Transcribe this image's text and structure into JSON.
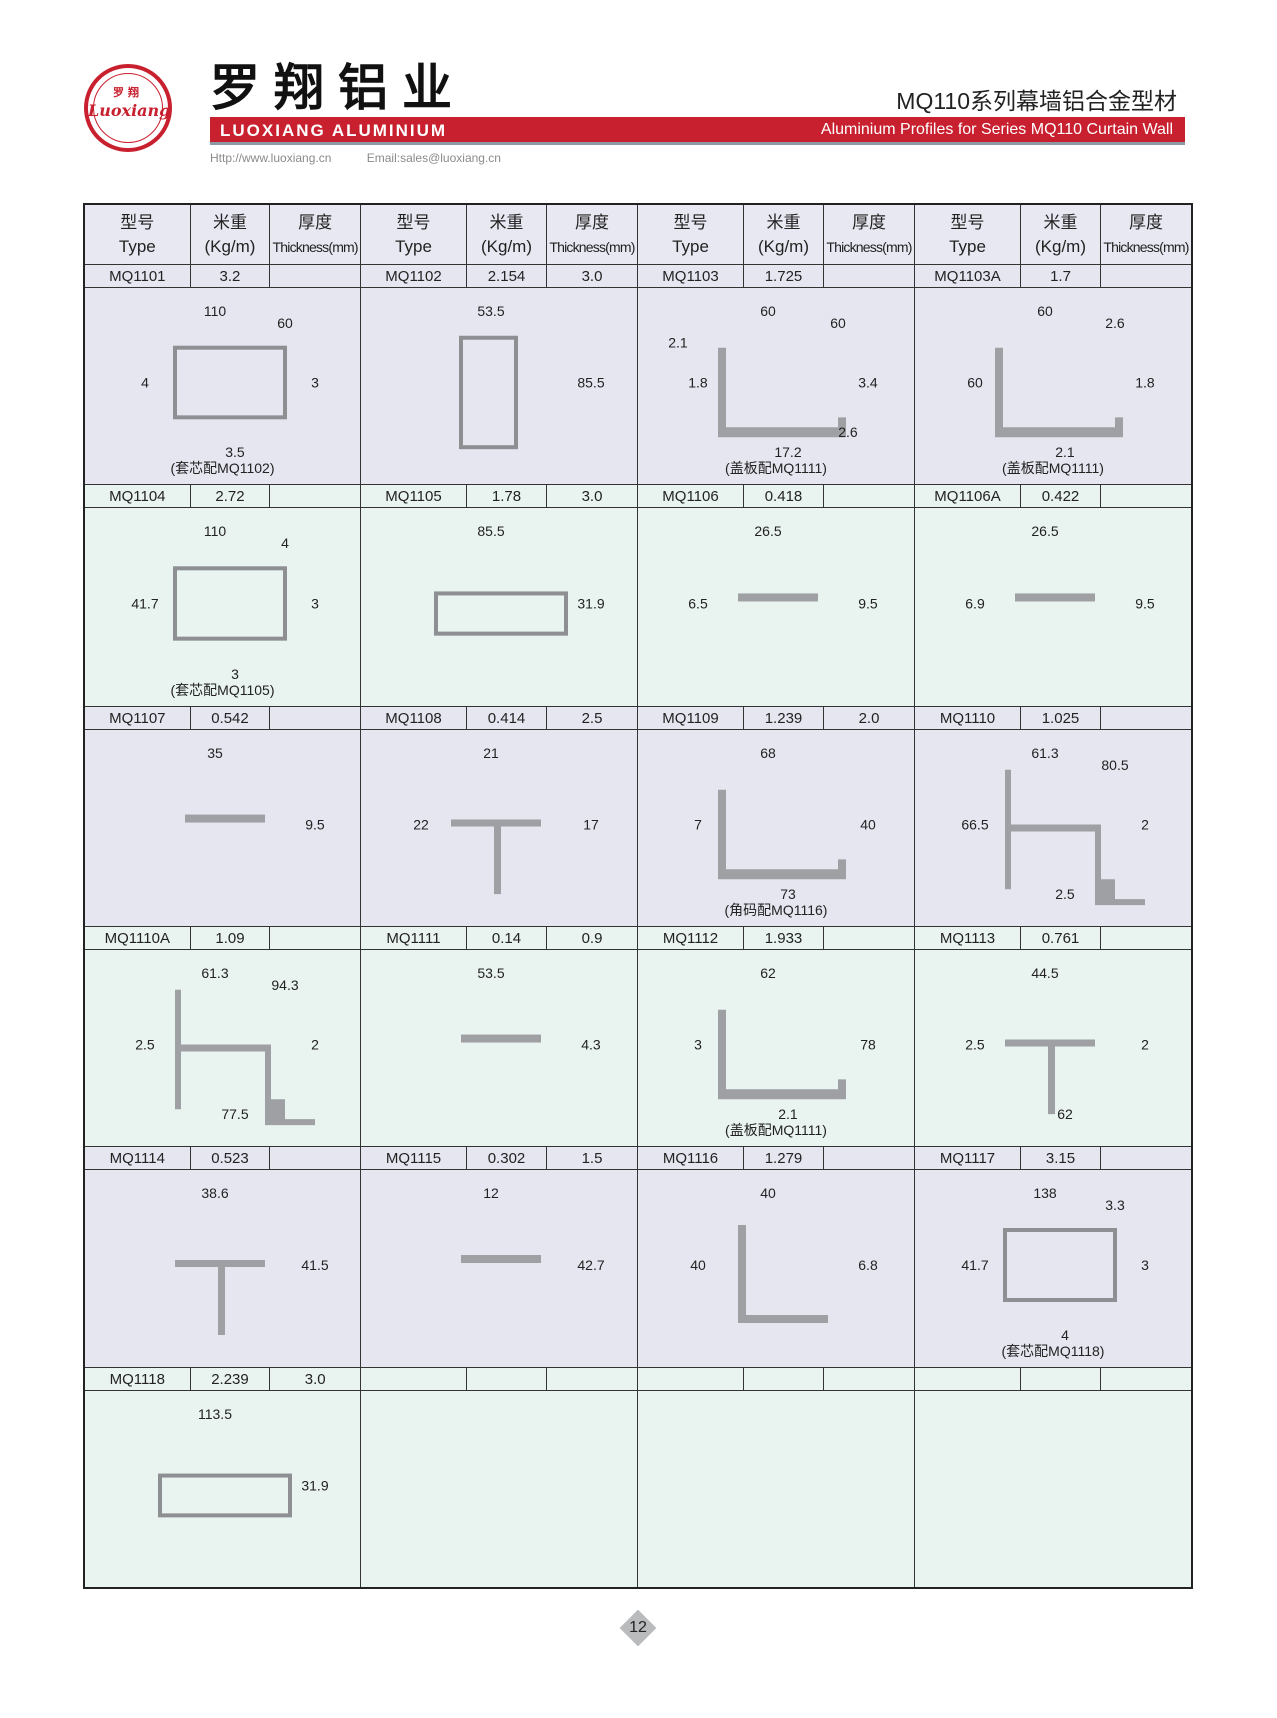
{
  "header": {
    "logo_cn": "罗翔",
    "logo_en": "Luoxiang",
    "brand_cn": "罗翔铝业",
    "brand_en": "LUOXIANG ALUMINIUM",
    "series_title": "MQ110系列幕墙铝合金型材",
    "series_subtitle": "Aluminium Profiles for Series MQ110 Curtain Wall",
    "website": "Http://www.luoxiang.cn",
    "email": "Email:sales@luoxiang.cn",
    "accent_color": "#c8202e"
  },
  "table": {
    "headers": {
      "type_cn": "型号",
      "type_en": "Type",
      "weight_cn": "米重",
      "weight_en": "(Kg/m)",
      "thickness_cn": "厚度",
      "thickness_en": "Thickness(mm)"
    },
    "rows": [
      {
        "items": [
          {
            "type": "MQ1101",
            "weight": "3.2",
            "thickness": "",
            "note": "(套芯配MQ1102)",
            "dims": [
              "110",
              "3",
              "4",
              "3.5",
              "60"
            ]
          },
          {
            "type": "MQ1102",
            "weight": "2.154",
            "thickness": "3.0",
            "note": "",
            "dims": [
              "53.5",
              "85.5"
            ]
          },
          {
            "type": "MQ1103",
            "weight": "1.725",
            "thickness": "",
            "note": "(盖板配MQ1111)",
            "dims": [
              "60",
              "3.4",
              "1.8",
              "17.2",
              "60",
              "2.1",
              "2.6"
            ]
          },
          {
            "type": "MQ1103A",
            "weight": "1.7",
            "thickness": "",
            "note": "(盖板配MQ1111)",
            "dims": [
              "60",
              "1.8",
              "60",
              "2.1",
              "2.6"
            ]
          }
        ]
      },
      {
        "items": [
          {
            "type": "MQ1104",
            "weight": "2.72",
            "thickness": "",
            "note": "(套芯配MQ1105)",
            "dims": [
              "110",
              "3",
              "41.7",
              "3",
              "4"
            ]
          },
          {
            "type": "MQ1105",
            "weight": "1.78",
            "thickness": "3.0",
            "note": "",
            "dims": [
              "85.5",
              "31.9"
            ]
          },
          {
            "type": "MQ1106",
            "weight": "0.418",
            "thickness": "",
            "note": "",
            "dims": [
              "26.5",
              "9.5",
              "6.5"
            ]
          },
          {
            "type": "MQ1106A",
            "weight": "0.422",
            "thickness": "",
            "note": "",
            "dims": [
              "26.5",
              "9.5",
              "6.9"
            ]
          }
        ]
      },
      {
        "items": [
          {
            "type": "MQ1107",
            "weight": "0.542",
            "thickness": "",
            "note": "",
            "dims": [
              "35",
              "9.5"
            ]
          },
          {
            "type": "MQ1108",
            "weight": "0.414",
            "thickness": "2.5",
            "note": "",
            "dims": [
              "21",
              "17",
              "22"
            ]
          },
          {
            "type": "MQ1109",
            "weight": "1.239",
            "thickness": "2.0",
            "note": "(角码配MQ1116)",
            "dims": [
              "68",
              "40",
              "7",
              "73"
            ]
          },
          {
            "type": "MQ1110",
            "weight": "1.025",
            "thickness": "",
            "note": "",
            "dims": [
              "61.3",
              "2",
              "66.5",
              "2.5",
              "80.5"
            ]
          }
        ]
      },
      {
        "items": [
          {
            "type": "MQ1110A",
            "weight": "1.09",
            "thickness": "",
            "note": "",
            "dims": [
              "61.3",
              "2",
              "2.5",
              "77.5",
              "94.3"
            ]
          },
          {
            "type": "MQ1111",
            "weight": "0.14",
            "thickness": "0.9",
            "note": "",
            "dims": [
              "53.5",
              "4.3"
            ]
          },
          {
            "type": "MQ1112",
            "weight": "1.933",
            "thickness": "",
            "note": "(盖板配MQ1111)",
            "dims": [
              "62",
              "78",
              "3",
              "2.1"
            ]
          },
          {
            "type": "MQ1113",
            "weight": "0.761",
            "thickness": "",
            "note": "",
            "dims": [
              "44.5",
              "2",
              "2.5",
              "62"
            ]
          }
        ]
      },
      {
        "items": [
          {
            "type": "MQ1114",
            "weight": "0.523",
            "thickness": "",
            "note": "",
            "dims": [
              "38.6",
              "41.5"
            ]
          },
          {
            "type": "MQ1115",
            "weight": "0.302",
            "thickness": "1.5",
            "note": "",
            "dims": [
              "12",
              "42.7"
            ]
          },
          {
            "type": "MQ1116",
            "weight": "1.279",
            "thickness": "",
            "note": "",
            "dims": [
              "40",
              "6.8",
              "40"
            ]
          },
          {
            "type": "MQ1117",
            "weight": "3.15",
            "thickness": "",
            "note": "(套芯配MQ1118)",
            "dims": [
              "138",
              "3",
              "41.7",
              "4",
              "3.3"
            ]
          }
        ]
      },
      {
        "items": [
          {
            "type": "MQ1118",
            "weight": "2.239",
            "thickness": "3.0",
            "note": "",
            "dims": [
              "113.5",
              "31.9"
            ]
          },
          {
            "type": "",
            "weight": "",
            "thickness": "",
            "note": "",
            "dims": []
          },
          {
            "type": "",
            "weight": "",
            "thickness": "",
            "note": "",
            "dims": []
          },
          {
            "type": "",
            "weight": "",
            "thickness": "",
            "note": "",
            "dims": []
          }
        ]
      }
    ]
  },
  "footer": {
    "page_number": "12"
  }
}
